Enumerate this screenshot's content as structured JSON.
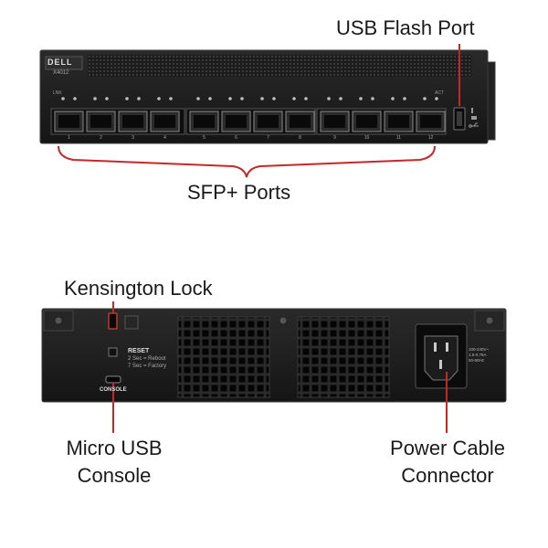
{
  "front_panel": {
    "brand": "DELL",
    "model": "X4012",
    "led_label_left": "LNK",
    "led_label_right": "ACT",
    "port_numbers": [
      "1",
      "2",
      "3",
      "4",
      "5",
      "6",
      "7",
      "8",
      "9",
      "10",
      "11",
      "12"
    ]
  },
  "rear_panel": {
    "reset_title": "RESET",
    "reset_line_1": "2 Sec = Reboot",
    "reset_line_2": "7 Sec = Factory",
    "console_label": "CONSOLE",
    "power_rating_1": "100-240V~",
    "power_rating_2": "1.5-0.75A",
    "power_rating_3": "50-60Hz"
  },
  "callouts": {
    "usb_flash_port": "USB Flash Port",
    "sfp_ports": "SFP+ Ports",
    "kensington_lock": "Kensington Lock",
    "micro_usb_line_1": "Micro USB",
    "micro_usb_line_2": "Console",
    "power_cable_line_1": "Power Cable",
    "power_cable_line_2": "Connector"
  },
  "colors": {
    "callout_line": "#c62828",
    "chassis": "#1f1f1f",
    "chassis_edge": "#333333"
  }
}
